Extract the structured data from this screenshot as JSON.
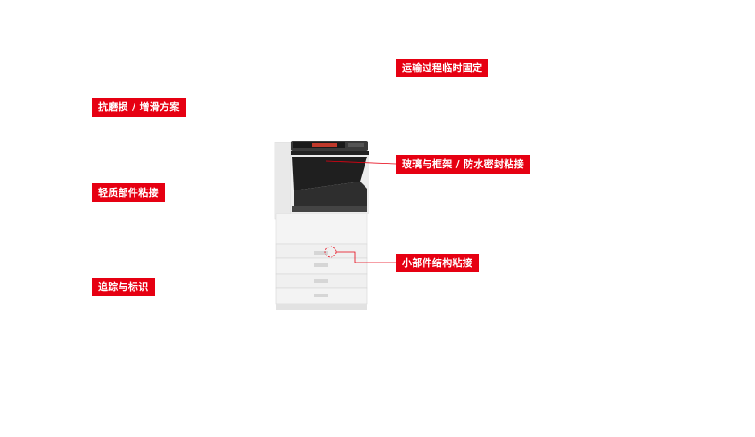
{
  "labels": {
    "transport": "运输过程临时固定",
    "antiwear": "抗磨损 / 增滑方案",
    "glass": "玻璃与框架 / 防水密封粘接",
    "light": "轻质部件粘接",
    "small": "小部件结构粘接",
    "trace": "追踪与标识"
  },
  "colors": {
    "accent": "#e60012",
    "printer_body": "#f2f2f2",
    "printer_dark": "#2b2b2b"
  }
}
